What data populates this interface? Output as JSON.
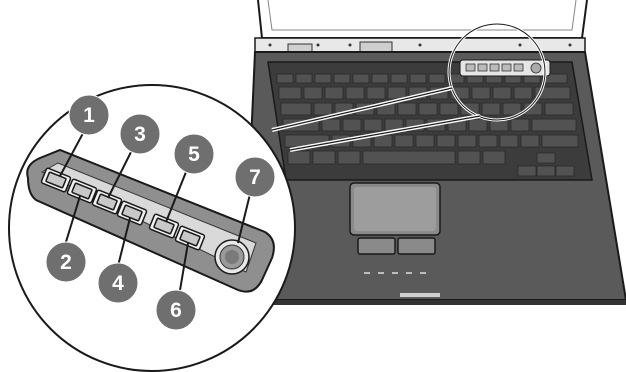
{
  "figure": {
    "callouts": [
      {
        "label": "1",
        "target": "button-1"
      },
      {
        "label": "2",
        "target": "button-2"
      },
      {
        "label": "3",
        "target": "button-3"
      },
      {
        "label": "4",
        "target": "button-4"
      },
      {
        "label": "5",
        "target": "button-5"
      },
      {
        "label": "6",
        "target": "button-6"
      },
      {
        "label": "7",
        "target": "round-dial"
      }
    ],
    "colors": {
      "callout_fill": "#6f6f6f",
      "callout_text": "#ffffff",
      "laptop_base": "#5a5a5a",
      "keyboard": "#3c3c3c",
      "key": "#525252",
      "outline": "#1a1a1a"
    }
  }
}
